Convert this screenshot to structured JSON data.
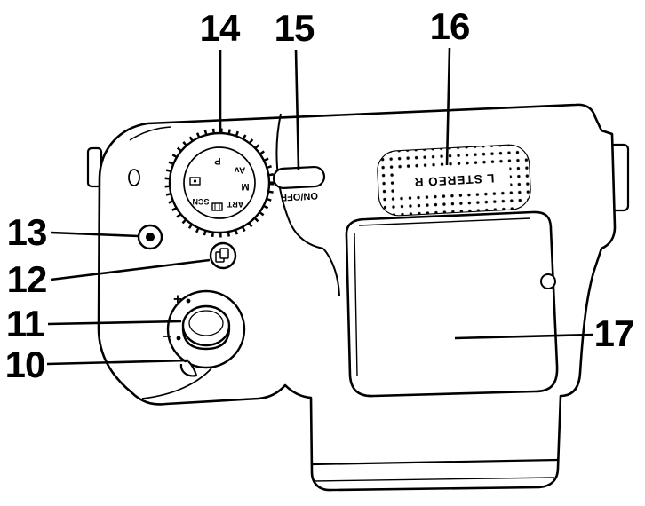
{
  "figure": {
    "background": "#ffffff",
    "line_color": "#000000"
  },
  "callouts": [
    {
      "number": "10"
    },
    {
      "number": "11"
    },
    {
      "number": "12"
    },
    {
      "number": "13"
    },
    {
      "number": "14"
    },
    {
      "number": "15"
    },
    {
      "number": "16"
    },
    {
      "number": "17"
    }
  ],
  "labels": {
    "power": "ON/OFF",
    "stereo": "L STEREO R",
    "zoom_in": "+",
    "zoom_out": "−"
  },
  "mode_dial": {
    "modes": [
      "P",
      "Av",
      "M",
      "ART",
      "SCN"
    ],
    "icons": [
      "auto-mode-icon",
      "movie-mode-icon"
    ]
  }
}
